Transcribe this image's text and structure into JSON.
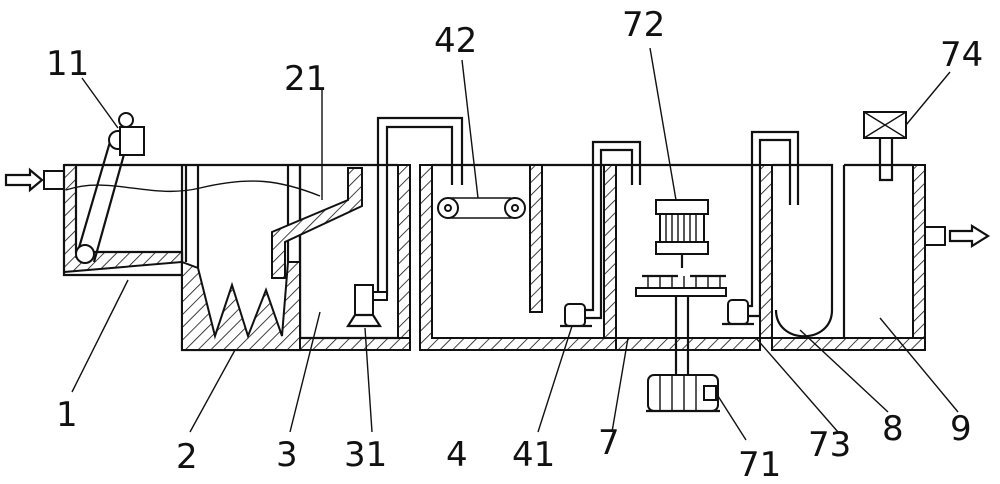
{
  "labels": {
    "l1": "1",
    "l2": "2",
    "l3": "3",
    "l4": "4",
    "l7": "7",
    "l8": "8",
    "l9": "9",
    "l11": "11",
    "l21": "21",
    "l31": "31",
    "l41": "41",
    "l42": "42",
    "l71": "71",
    "l72": "72",
    "l73": "73",
    "l74": "74"
  }
}
